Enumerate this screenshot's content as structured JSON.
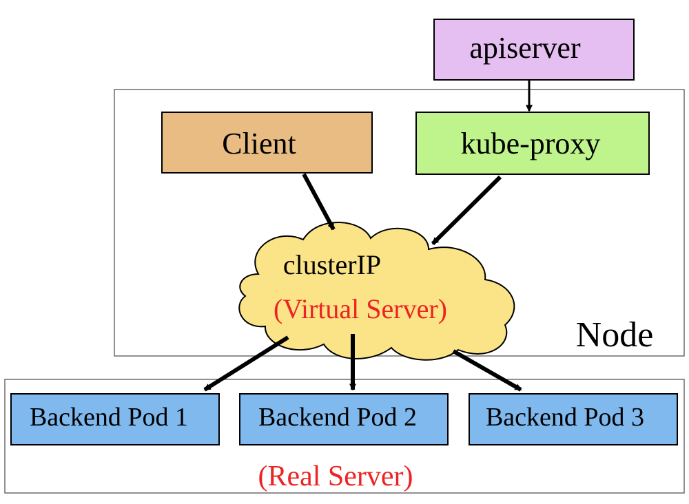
{
  "nodes": {
    "apiserver": {
      "label": "apiserver",
      "fill": "#e6bff2"
    },
    "kube_proxy": {
      "label": "kube-proxy",
      "fill": "#bff48c"
    },
    "client": {
      "label": "Client",
      "fill": "#e8bc82"
    },
    "cluster_ip": {
      "label": "clusterIP",
      "sublabel": "(Virtual Server)",
      "fill": "#fbe387"
    },
    "node_box": {
      "label": "Node"
    },
    "real_server": {
      "label": "(Real Server)"
    },
    "pods": [
      {
        "label": "Backend Pod 1"
      },
      {
        "label": "Backend Pod 2"
      },
      {
        "label": "Backend Pod 3"
      }
    ],
    "pod_fill": "#80b9ee"
  },
  "colors": {
    "accent_red": "#ee2222",
    "stroke": "#000000",
    "container_stroke": "#555555"
  }
}
